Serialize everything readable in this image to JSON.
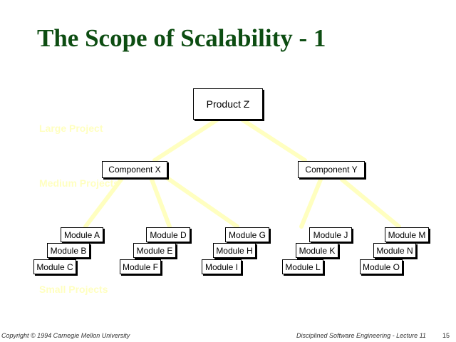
{
  "title": "The Scope of Scalability - 1",
  "levels": {
    "large": "Large Project",
    "medium": "Medium Projects",
    "small": "Small Projects"
  },
  "nodes": {
    "product_z": "Product Z",
    "component_x": "Component X",
    "component_y": "Component Y",
    "module_a": "Module A",
    "module_b": "Module B",
    "module_c": "Module C",
    "module_d": "Module D",
    "module_e": "Module E",
    "module_f": "Module F",
    "module_g": "Module G",
    "module_h": "Module H",
    "module_i": "Module I",
    "module_j": "Module J",
    "module_k": "Module K",
    "module_l": "Module L",
    "module_m": "Module M",
    "module_n": "Module N",
    "module_o": "Module O"
  },
  "colors": {
    "title": "#0d4d12",
    "connector": "#ffffc0",
    "level_label": "#ffffc0"
  },
  "footer": {
    "copyright": "Copyright © 1994 Carnegie Mellon University",
    "course": "Disciplined Software Engineering - Lecture 11",
    "page": "15"
  }
}
